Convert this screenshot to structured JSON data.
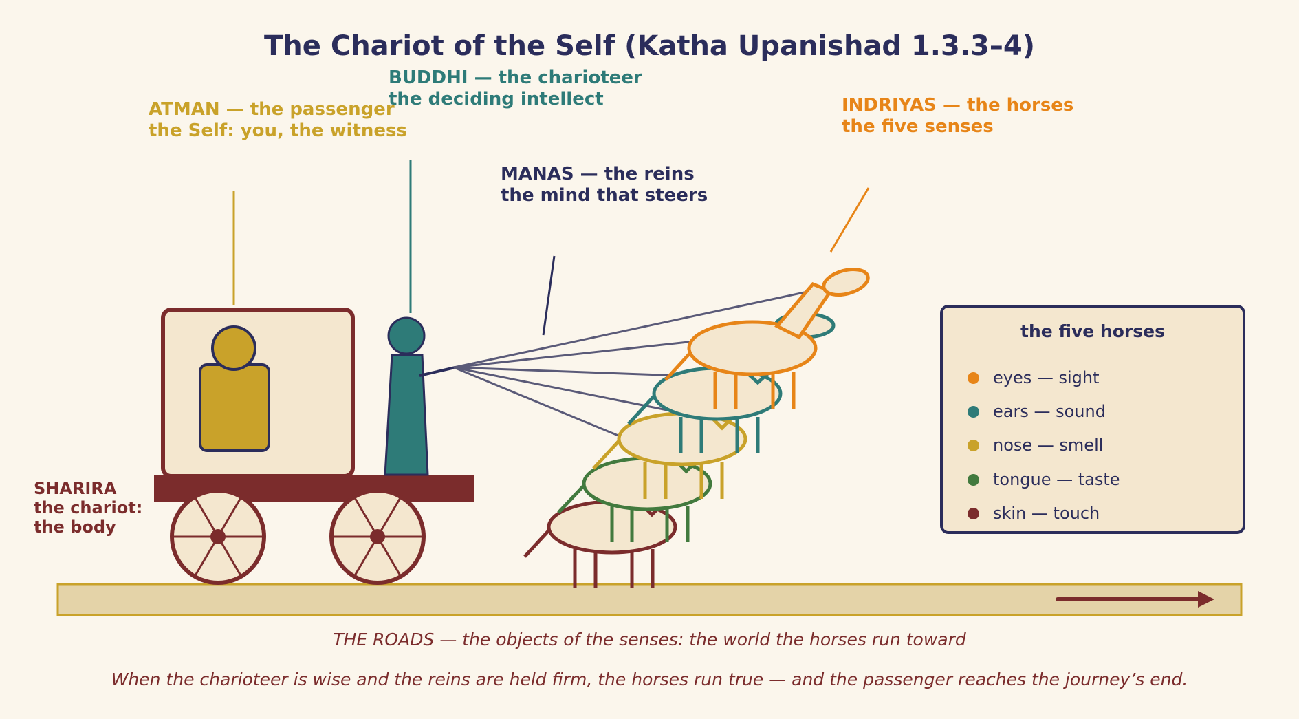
{
  "title": "The Chariot of the Self  (Katha Upanishad 1.3.3–4)",
  "labels": {
    "atman": [
      "ATMAN — the passenger",
      "the Self: you, the witness"
    ],
    "buddhi": [
      "BUDDHI — the charioteer",
      "the deciding intellect"
    ],
    "indriyas": [
      "INDRIYAS — the horses",
      "the five senses"
    ],
    "manas": [
      "MANAS — the reins",
      "the mind that steers"
    ],
    "sharira": [
      "SHARIRA",
      "the chariot:",
      "the body"
    ]
  },
  "legend": {
    "title": "the five horses",
    "items": [
      {
        "label": "eyes — sight",
        "color": "#e78518"
      },
      {
        "label": "ears — sound",
        "color": "#2e7b78"
      },
      {
        "label": "nose — smell",
        "color": "#c9a22a"
      },
      {
        "label": "tongue — taste",
        "color": "#427a3e"
      },
      {
        "label": "skin — touch",
        "color": "#7b2c2c"
      }
    ]
  },
  "roads_caption": "THE ROADS — the objects of the senses: the world the horses run toward",
  "closing_quote": "When the charioteer is wise and the reins are held firm, the horses run true — and the passenger reaches the journey’s end.",
  "colors": {
    "navy": "#2b2d5b",
    "maroon": "#7b2c2c",
    "gold": "#c9a22a",
    "teal": "#2e7b78",
    "orange": "#e78518",
    "green": "#427a3e",
    "cream": "#f4e7cf",
    "background": "#fbf6ec",
    "road": "#e4d3a8"
  }
}
